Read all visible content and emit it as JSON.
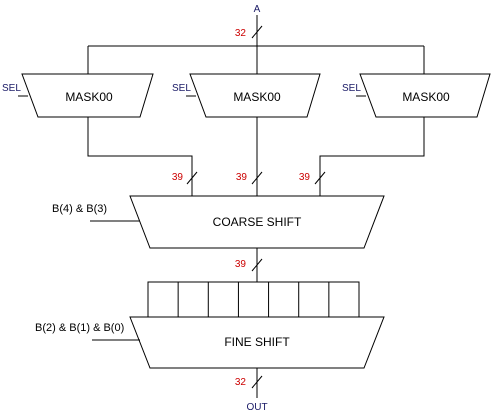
{
  "colors": {
    "bus_width": "#cc0000",
    "port_label": "#1a1a66",
    "line": "#000000"
  },
  "input": {
    "label": "A",
    "width": "32"
  },
  "masks": [
    {
      "label": "MASK00",
      "sel": "SEL",
      "out_width": "39"
    },
    {
      "label": "MASK00",
      "sel": "SEL",
      "out_width": "39"
    },
    {
      "label": "MASK00",
      "sel": "SEL",
      "out_width": "39"
    }
  ],
  "coarse": {
    "label": "COARSE SHIFT",
    "control": "B(4) & B(3)",
    "out_width": "39"
  },
  "fine": {
    "label": "FINE SHIFT",
    "control": "B(2) & B(1) & B(0)",
    "register_cells": 7
  },
  "output": {
    "label": "OUT",
    "width": "32"
  }
}
